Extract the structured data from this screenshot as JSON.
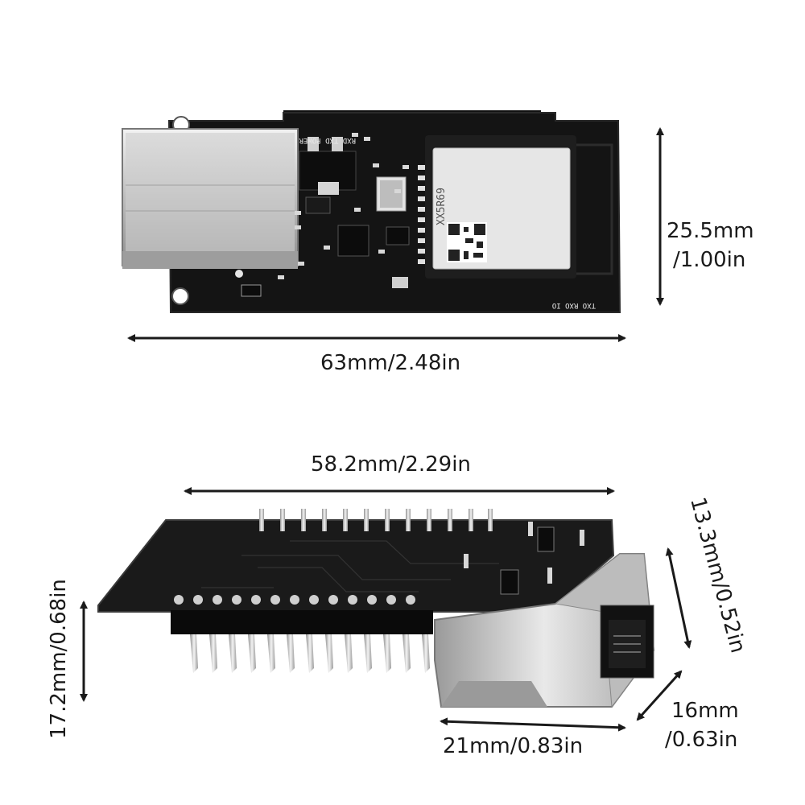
{
  "dimensions": {
    "top_height": "25.5mm",
    "top_height_in": "/1.00in",
    "top_width": "63mm/2.48in",
    "side_length": "58.2mm/2.29in",
    "side_depth": "13.3mm/0.52in",
    "side_height": "17.2mm/0.68in",
    "jack_width": "21mm/0.83in",
    "jack_depth": "16mm",
    "jack_depth_in": "/0.63in"
  },
  "board": {
    "module_marking": "XX5R69",
    "silk_pins": "TXO RXO IO",
    "silk_power": "RXD TXD POWER"
  },
  "colors": {
    "pcb": "#141414",
    "metal": "#c9c9c9",
    "module": "#e6e6e6",
    "text": "#1a1a1a"
  }
}
